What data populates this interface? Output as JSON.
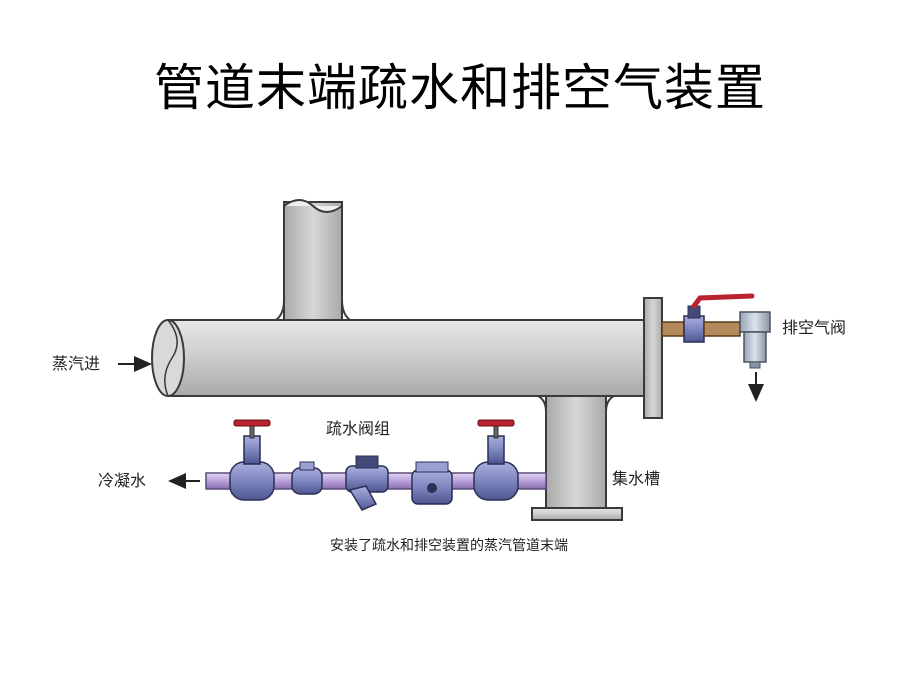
{
  "title": "管道末端疏水和排空气装置",
  "labels": {
    "steam_in": "蒸汽进",
    "air_vent": "排空气阀",
    "drain_valve_group": "疏水阀组",
    "condensate": "冷凝水",
    "drip_pocket": "集水槽",
    "caption": "安装了疏水和排空装置的蒸汽管道末端"
  },
  "colors": {
    "pipe_fill": "#c9c9c9",
    "pipe_stroke": "#3a3a3a",
    "valve_body": "#7e86bf",
    "handwheel": "#b8232d",
    "drain_line": "#b9a0d8"
  }
}
